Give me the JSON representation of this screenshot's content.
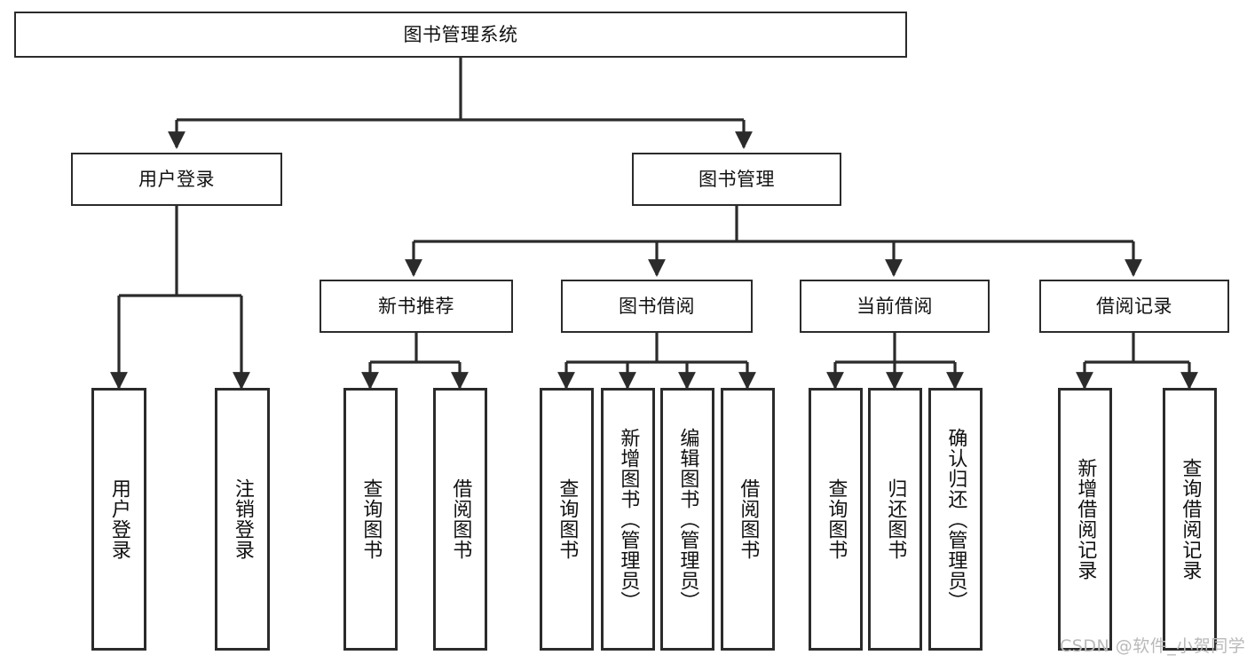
{
  "diagram": {
    "title": "图书管理系统",
    "type": "tree",
    "root": {
      "id": "root",
      "label": "图书管理系统"
    },
    "level2": [
      {
        "id": "user-login",
        "label": "用户登录"
      },
      {
        "id": "book-manage",
        "label": "图书管理"
      }
    ],
    "level3": [
      {
        "id": "new-book-rec",
        "label": "新书推荐",
        "parent": "book-manage"
      },
      {
        "id": "book-borrow",
        "label": "图书借阅",
        "parent": "book-manage"
      },
      {
        "id": "current-borrow",
        "label": "当前借阅",
        "parent": "book-manage"
      },
      {
        "id": "borrow-record",
        "label": "借阅记录",
        "parent": "book-manage"
      }
    ],
    "leaves": [
      {
        "id": "leaf-user-login",
        "label": "用户登录",
        "parent": "user-login"
      },
      {
        "id": "leaf-user-logout",
        "label": "注销登录",
        "parent": "user-login"
      },
      {
        "id": "leaf-query-book-1",
        "label": "查询图书",
        "parent": "new-book-rec"
      },
      {
        "id": "leaf-borrow-book-1",
        "label": "借阅图书",
        "parent": "new-book-rec"
      },
      {
        "id": "leaf-query-book-2",
        "label": "查询图书",
        "parent": "book-borrow"
      },
      {
        "id": "leaf-add-book",
        "label": "新增图书（管理员）",
        "parent": "book-borrow"
      },
      {
        "id": "leaf-edit-book",
        "label": "编辑图书（管理员）",
        "parent": "book-borrow"
      },
      {
        "id": "leaf-borrow-book-2",
        "label": "借阅图书",
        "parent": "book-borrow"
      },
      {
        "id": "leaf-query-book-3",
        "label": "查询图书",
        "parent": "current-borrow"
      },
      {
        "id": "leaf-return-book",
        "label": "归还图书",
        "parent": "current-borrow"
      },
      {
        "id": "leaf-confirm-return",
        "label": "确认归还（管理员）",
        "parent": "current-borrow"
      },
      {
        "id": "leaf-add-record",
        "label": "新增借阅记录",
        "parent": "borrow-record"
      },
      {
        "id": "leaf-query-record",
        "label": "查询借阅记录",
        "parent": "borrow-record"
      }
    ],
    "colors": {
      "box_border": "#2b2b2b",
      "box_fill": "#ffffff",
      "edge": "#2b2b2b",
      "text": "#111111",
      "watermark": "#b9b9b9",
      "background": "#ffffff"
    }
  },
  "watermark": {
    "text": "CSDN @软件_小贺同学"
  }
}
